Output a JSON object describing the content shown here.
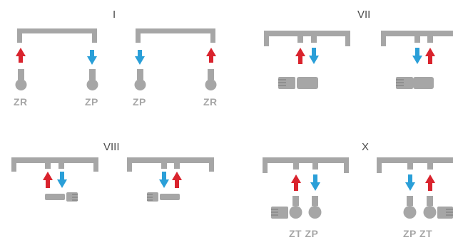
{
  "sections": {
    "I": "I",
    "VII": "VII",
    "VIII": "VIII",
    "X": "X"
  },
  "labels": {
    "i_left_supply": "ZR",
    "i_left_return": "ZP",
    "i_right_supply": "ZP",
    "i_right_return": "ZR",
    "x_left": "ZT ZP",
    "x_right": "ZP ZT"
  },
  "colors": {
    "pipe": "#a6a6a6",
    "pipe_dark": "#8f8f8f",
    "flow_hot": "#d9232d",
    "flow_cold": "#2a9fd8",
    "heading": "#4a4a4a"
  },
  "icons": {
    "up_arrow": "red-up-arrow-icon",
    "down_arrow": "blue-down-arrow-icon",
    "valve": "valve-icon",
    "actuator": "thermostatic-head-icon"
  }
}
